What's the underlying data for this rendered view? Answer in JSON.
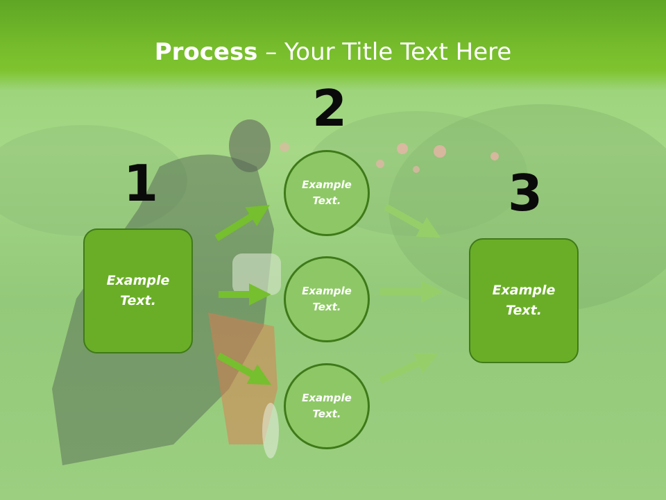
{
  "title": {
    "bold": "Process",
    "rest": " – Your Title Text Here"
  },
  "steps": {
    "one": "1",
    "two": "2",
    "three": "3"
  },
  "left_box": {
    "line1": "Example",
    "line2": "Text."
  },
  "circles": [
    {
      "line1": "Example",
      "line2": "Text."
    },
    {
      "line1": "Example",
      "line2": "Text."
    },
    {
      "line1": "Example",
      "line2": "Text."
    }
  ],
  "right_box": {
    "line1": "Example",
    "line2": "Text."
  },
  "colors": {
    "header": "#77bd2c",
    "box": "#6aae27",
    "circle": "#8ec866",
    "border": "#3f7a1a",
    "arrow": "#76bf2e"
  }
}
